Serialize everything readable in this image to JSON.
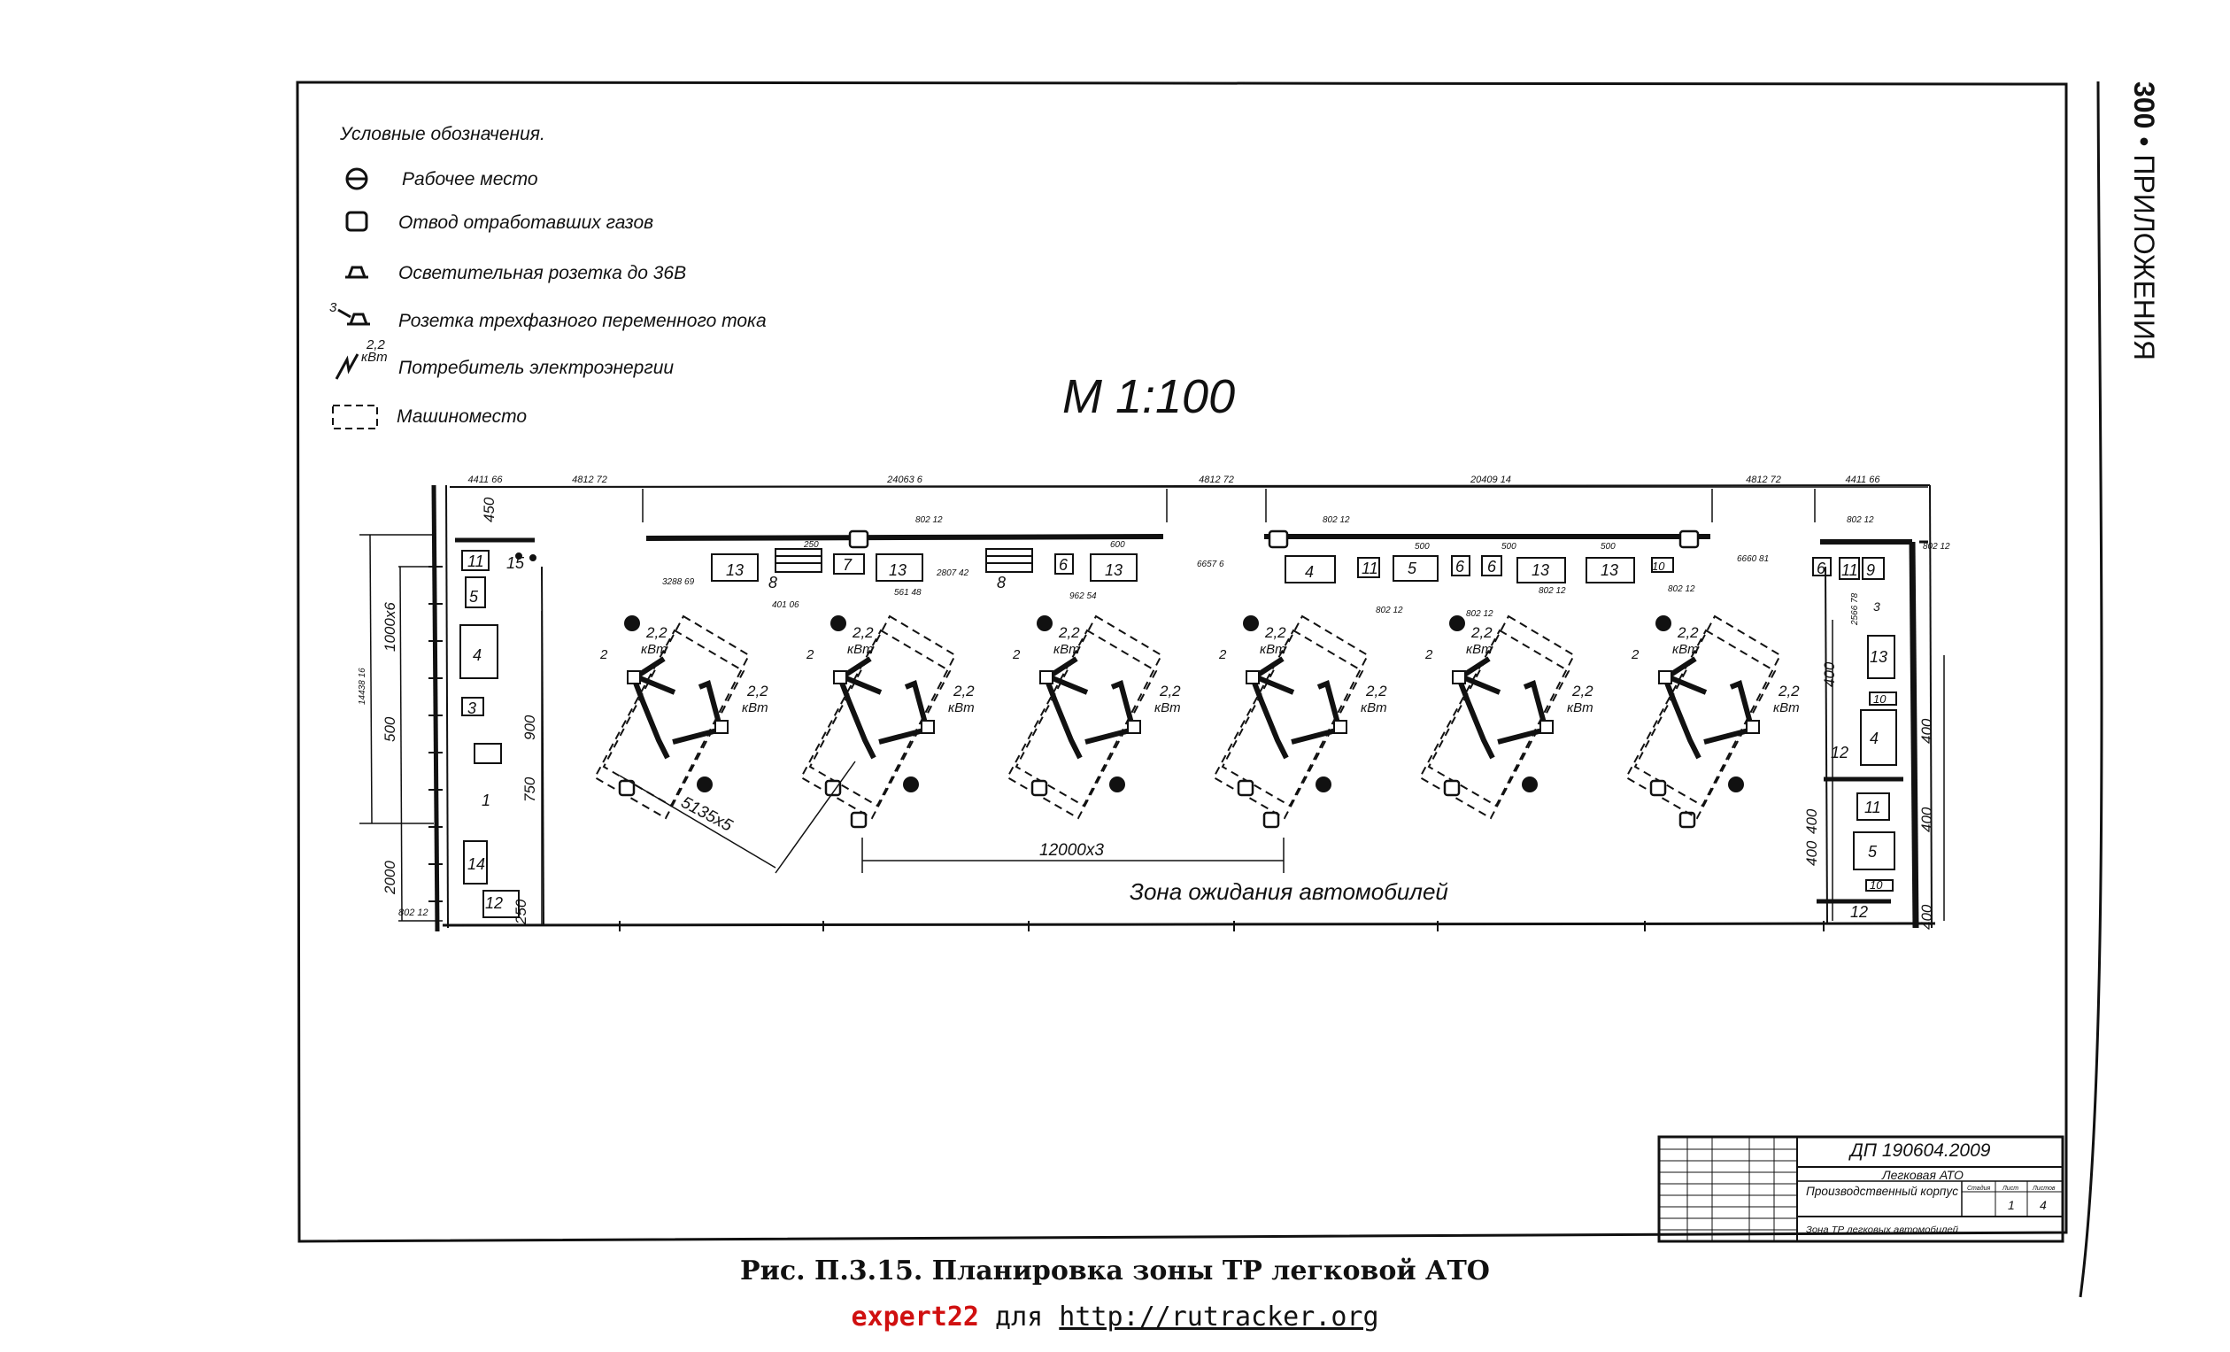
{
  "side_header": {
    "page_number": "300",
    "section": "ПРИЛОЖЕНИЯ"
  },
  "legend": {
    "title": "Условные обозначения.",
    "items": [
      {
        "label": "Рабочее место",
        "icon": "workplace-icon"
      },
      {
        "label": "Отвод отработавших газов",
        "icon": "exhaust-outlet-icon"
      },
      {
        "label": "Осветительная розетка до 36В",
        "icon": "lighting-socket-icon"
      },
      {
        "label": "Розетка трехфазного переменного тока",
        "icon": "three-phase-socket-icon",
        "index": "3"
      },
      {
        "label": "Потребитель электроэнергии",
        "icon": "power-consumer-icon",
        "value": "2,2",
        "unit": "кВт"
      },
      {
        "label": "Машиноместо",
        "icon": "parking-space-icon"
      }
    ]
  },
  "scale": "М 1:100",
  "top_dimensions": [
    "4411 66",
    "4812 72",
    "24063 6",
    "4812 72",
    "20409 14",
    "4812 72",
    "4411 66"
  ],
  "left_dimensions": [
    "450",
    "1000x6",
    "14438 16",
    "500",
    "2000",
    "802 12"
  ],
  "inner_dimensions": [
    "250",
    "600",
    "500",
    "500",
    "500",
    "3288 69",
    "401 06",
    "561 48",
    "2807 42",
    "962 54",
    "6657 6",
    "802 12",
    "6660 81",
    "2566 78",
    "900",
    "750",
    "250"
  ],
  "right_dimensions": [
    "400",
    "400",
    "400",
    "400",
    "400",
    "400"
  ],
  "equipment_labels": [
    "11",
    "15",
    "5",
    "4",
    "3",
    "1",
    "14",
    "12",
    "13",
    "8",
    "7",
    "13",
    "8",
    "6",
    "13",
    "4",
    "11",
    "5",
    "6",
    "6",
    "13",
    "13",
    "10",
    "6",
    "11",
    "9",
    "3",
    "13",
    "10",
    "4",
    "12",
    "11",
    "5",
    "10",
    "12"
  ],
  "posts": {
    "count": 6,
    "power_label": "2,2",
    "power_unit": "кВт",
    "workplace_index": "2"
  },
  "bay_dimensions": {
    "diagonal": "5135x5",
    "pitch": "12000x3"
  },
  "zone_label": "Зона ожидания автомобилей",
  "title_block": {
    "code": "ДП 190604.2009",
    "organization": "Легковая АТО",
    "object": "Производственный корпус",
    "sheet_title": "Зона ТР легковых автомобилей",
    "sheet": "1",
    "sheets": "4",
    "col_stage": "Стадия",
    "col_sheet": "Лист",
    "col_sheets": "Листов"
  },
  "caption": {
    "number": "Рис. П.3.15.",
    "text": "Планировка зоны ТР легковой АТО"
  },
  "watermark": {
    "author": "expert22",
    "middle": "для",
    "url": "http://rutracker.org"
  }
}
